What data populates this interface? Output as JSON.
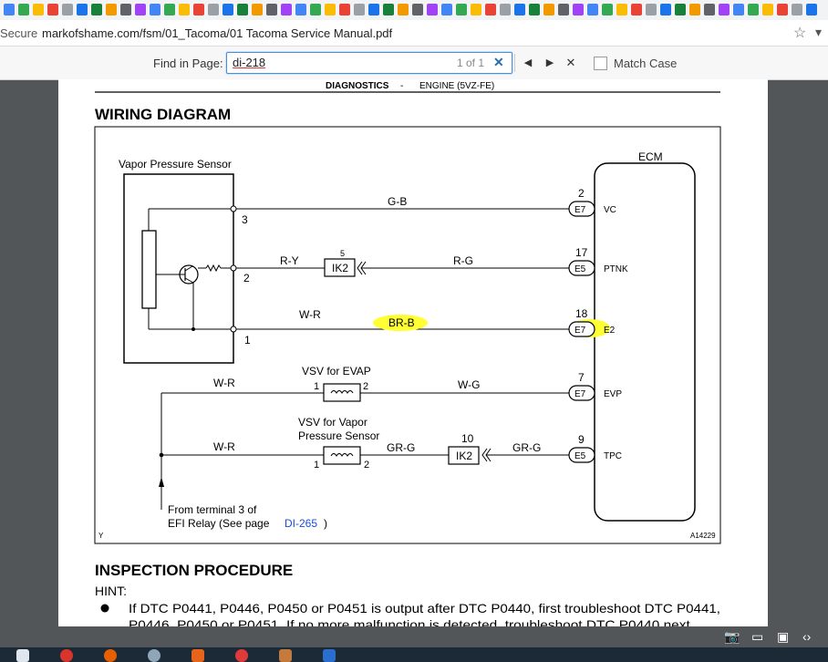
{
  "browser": {
    "secure_label": "Secure",
    "url": "markofshame.com/fsm/01_Tacoma/01 Tacoma Service Manual.pdf"
  },
  "find_bar": {
    "label": "Find in Page:",
    "query": "di-218",
    "match_count": "1 of 1",
    "clear_glyph": "✕",
    "prev_glyph": "◀",
    "next_glyph": "▶",
    "close_glyph": "✕",
    "match_case_label": "Match Case"
  },
  "document": {
    "header_section": "DIAGNOSTICS",
    "header_sep": "-",
    "header_sub": "ENGINE (5VZ-FE)",
    "wiring_title": "WIRING DIAGRAM",
    "inspection_title": "INSPECTION PROCEDURE",
    "hint_label": "HINT:",
    "bullet_line1": "If DTC P0441, P0446, P0450 or P0451 is output after DTC P0440, first troubleshoot DTC P0441,",
    "bullet_line2": "P0446, P0450 or P0451. If no more malfunction is detected, troubleshoot DTC P0440 next."
  },
  "diagram": {
    "sensor_label": "Vapor Pressure Sensor",
    "ecm_label": "ECM",
    "term3": "3",
    "term2": "2",
    "term1": "1",
    "wire_gb": "G-B",
    "wire_ry": "R-Y",
    "wire_rg": "R-G",
    "wire_wr1": "W-R",
    "wire_brb": "BR-B",
    "wire_wr2": "W-R",
    "wire_wg": "W-G",
    "wire_wr3": "W-R",
    "wire_grg1": "GR-G",
    "wire_grg2": "GR-G",
    "ik2_a": "IK2",
    "ik2_a_num": "5",
    "ik2_b": "IK2",
    "ik2_b_num": "10",
    "vsv_evap": "VSV for EVAP",
    "vsv_vp1": "VSV for Vapor",
    "vsv_vp2": "Pressure Sensor",
    "pin_1a": "1",
    "pin_2a": "2",
    "pin_1b": "1",
    "pin_2b": "2",
    "ecm_pins": [
      {
        "num": "2",
        "conn": "E7",
        "name": "VC"
      },
      {
        "num": "17",
        "conn": "E5",
        "name": "PTNK"
      },
      {
        "num": "18",
        "conn": "E7",
        "name": "E2"
      },
      {
        "num": "7",
        "conn": "E7",
        "name": "EVP"
      },
      {
        "num": "9",
        "conn": "E5",
        "name": "TPC"
      }
    ],
    "from_line1": "From terminal 3 of",
    "from_line2": "EFI Relay (See page",
    "from_link": "DI-265",
    "from_close": ")",
    "corner_y": "Y",
    "figure_id": "A14229",
    "highlight_color": "#ffff33"
  }
}
